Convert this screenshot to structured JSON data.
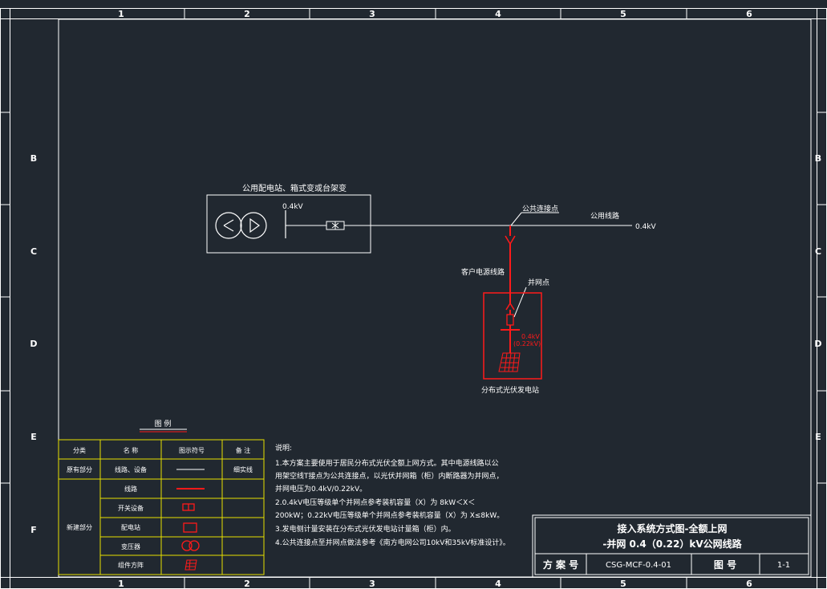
{
  "grid": {
    "columns": [
      "1",
      "2",
      "3",
      "4",
      "5",
      "6"
    ],
    "rows": [
      "B",
      "C",
      "D",
      "E",
      "F"
    ]
  },
  "diagram": {
    "box_title": "公用配电站、箱式变或台架变",
    "busbar_voltage": "0.4kV",
    "connection_point": "公共连接点",
    "public_line": "公用线路",
    "line_voltage": "0.4kV",
    "customer_line": "客户电源线路",
    "grid_point": "并网点",
    "pv_voltage_1": "0.4kV",
    "pv_voltage_2": "(0.22kV)",
    "pv_station": "分布式光伏发电站"
  },
  "legend": {
    "title": "图 例",
    "headers": [
      "分类",
      "名 称",
      "图示符号",
      "备 注"
    ],
    "groups": [
      "原有部分",
      "新建部分"
    ],
    "rows": [
      {
        "name": "线路、设备",
        "note": "细实线"
      },
      {
        "name": "线路",
        "note": ""
      },
      {
        "name": "开关设备",
        "note": ""
      },
      {
        "name": "配电站",
        "note": ""
      },
      {
        "name": "变压器",
        "note": ""
      },
      {
        "name": "组件方阵",
        "note": ""
      }
    ]
  },
  "notes": {
    "title": "说明:",
    "lines": [
      "1.本方案主要使用于居民分布式光伏全额上网方式。其中电源线路以公",
      "用架空线T接点为公共连接点，以光伏并网箱（柜）内断路器为并网点，",
      "并网电压为0.4kV/0.22kV。",
      "2.0.4kV电压等级单个并网点参考装机容量（X）为 8kW＜X＜",
      "200kW；0.22kV电压等级单个并网点参考装机容量（X）为 X≤8kW。",
      "3.发电侧计量安装在分布式光伏发电站计量箱（柜）内。",
      "4.公共连接点至并网点做法参考《南方电网公司10kV和35kV标准设计》。"
    ]
  },
  "title_block": {
    "title_line1": "接入系统方式图-全额上网",
    "title_line2": "-并网 0.4（0.22）kV公网线路",
    "scheme_label": "方 案 号",
    "scheme_no": "CSG-MCF-0.4-01",
    "drawing_label": "图 号",
    "drawing_no": "1-1"
  }
}
